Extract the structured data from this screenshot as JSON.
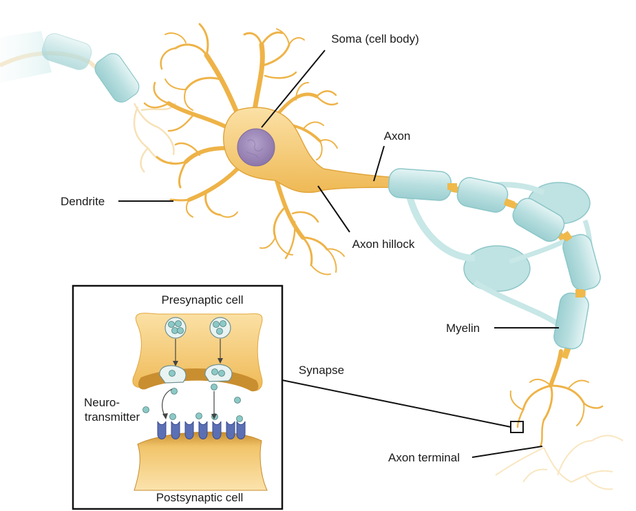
{
  "labels": {
    "soma": "Soma (cell body)",
    "axon": "Axon",
    "dendrite": "Dendrite",
    "axon_hillock": "Axon hillock",
    "myelin": "Myelin",
    "synapse": "Synapse",
    "axon_terminal": "Axon terminal"
  },
  "inset": {
    "presynaptic": "Presynaptic cell",
    "postsynaptic": "Postsynaptic cell",
    "neurotransmitter_line1": "Neuro-",
    "neurotransmitter_line2": "transmitter"
  },
  "colors": {
    "neuron": "#f0b94a",
    "neuron_light": "#f9dea0",
    "nucleus": "#9a86b4",
    "myelin": "#bfe3e3",
    "myelin_edge": "#8cc6c8",
    "receptor": "#5b6fb5",
    "vesicle": "#d8ecea"
  }
}
